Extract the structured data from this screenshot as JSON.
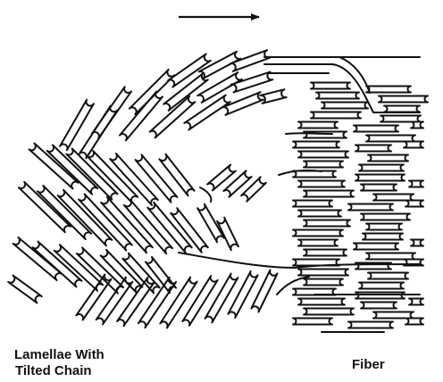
{
  "labels": {
    "lamellae_line1": "Lamellae With",
    "lamellae_line2": "Tilted Chain",
    "fiber": "Fiber"
  },
  "colors": {
    "ink": "#111111",
    "background": "#ffffff"
  },
  "icons": {
    "direction": "right-arrow-icon"
  }
}
